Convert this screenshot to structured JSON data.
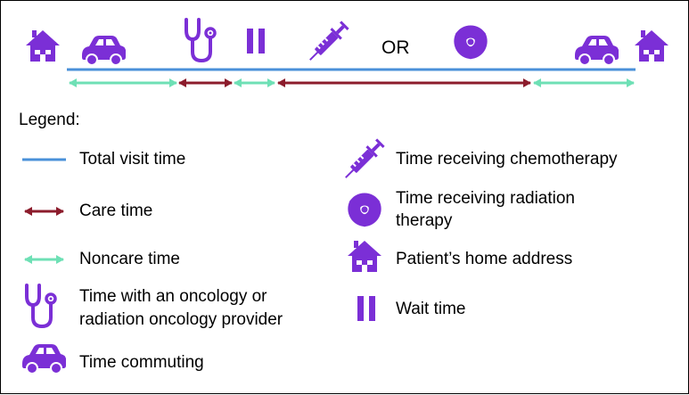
{
  "colors": {
    "icon": "#7b2fd6",
    "timeline": "#4a90d9",
    "care": "#8c1c2c",
    "noncare": "#6ee0b5"
  },
  "timeline": {
    "or_label": "OR",
    "icons": [
      "house-icon",
      "car-icon",
      "stethoscope-icon",
      "pause-icon",
      "syringe-icon",
      "radiation-icon",
      "car-icon",
      "house-icon"
    ],
    "segments": [
      "noncare",
      "care",
      "noncare",
      "care",
      "noncare"
    ]
  },
  "legend": {
    "title": "Legend:",
    "total_visit_time": "Total visit time",
    "care_time": "Care time",
    "noncare_time": "Noncare time",
    "provider_time_line1": "Time with an oncology or",
    "provider_time_line2": "radiation oncology provider",
    "commuting_time": "Time commuting",
    "chemo_time": "Time receiving chemotherapy",
    "radiation_time_line1": "Time receiving radiation",
    "radiation_time_line2": "therapy",
    "home_address": "Patient’s home address",
    "wait_time": "Wait time"
  }
}
